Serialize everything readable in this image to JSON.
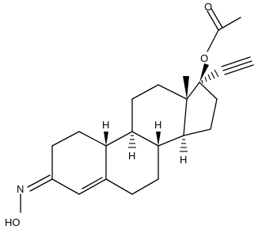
{
  "diagram": {
    "atoms": {
      "carbonyl_o": "O",
      "ester_o": "O",
      "methyl_label": "",
      "oxime_n": "N",
      "hydroxyl": "HO",
      "h8": "H",
      "h9": "H",
      "h10": "H",
      "h14": "H"
    },
    "colors": {
      "line": "#000000",
      "background": "#ffffff"
    }
  }
}
